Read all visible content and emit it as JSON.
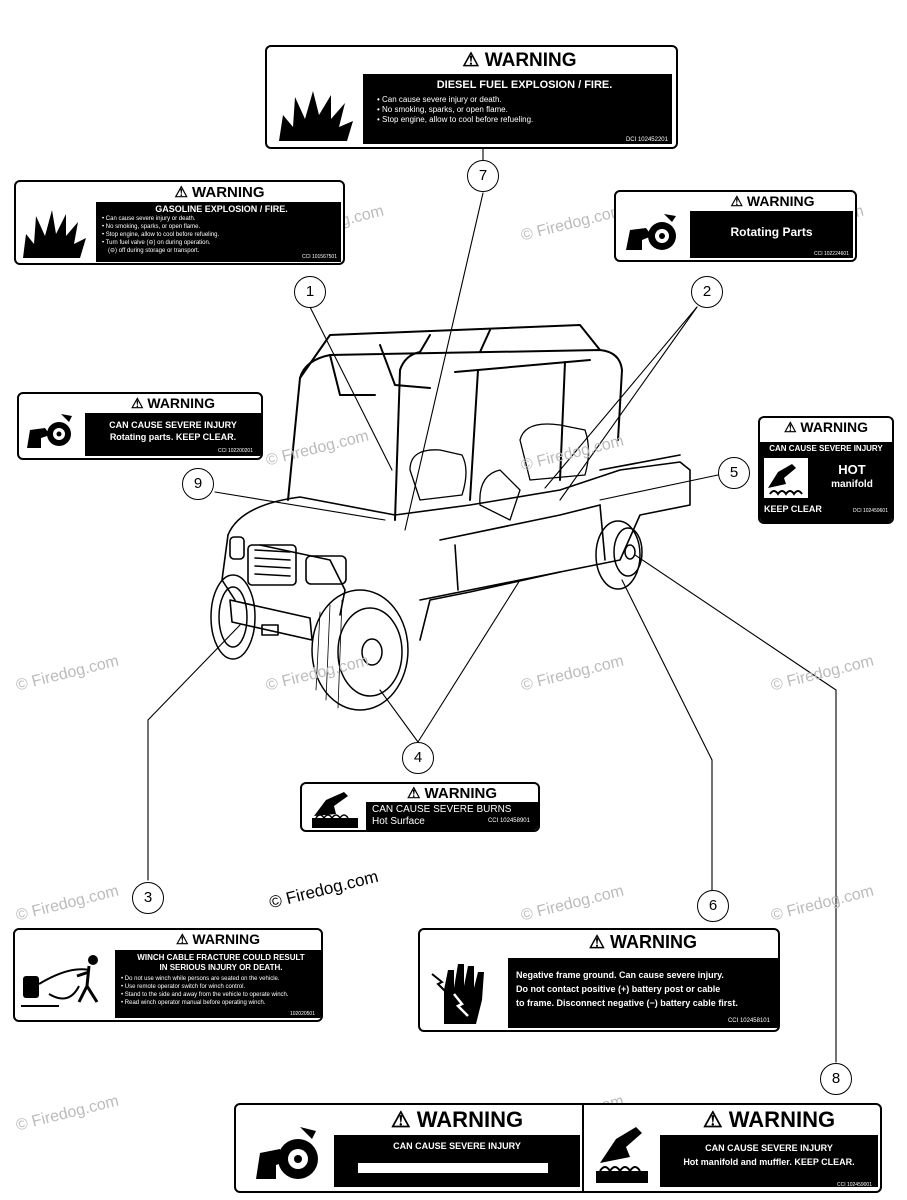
{
  "watermark": "© Firedog.com",
  "watermark_main": "© Firedog.com",
  "callouts": [
    "1",
    "2",
    "3",
    "4",
    "5",
    "6",
    "7",
    "8",
    "9"
  ],
  "labels": {
    "diesel": {
      "header": "⚠ WARNING",
      "title": "DIESEL FUEL EXPLOSION / FIRE.",
      "lines": [
        "• Can cause severe injury or death.",
        "• No smoking, sparks, or open flame.",
        "• Stop engine, allow to cool before refueling."
      ],
      "code": "DCI 102452201"
    },
    "gasoline": {
      "header": "⚠ WARNING",
      "title": "GASOLINE EXPLOSION / FIRE.",
      "lines": [
        "• Can cause severe injury or death.",
        "• No smoking, sparks, or open flame.",
        "• Stop engine, allow to cool before refueling.",
        "• Turn fuel valve (⊖) on during operation.",
        "(⊖) off during storage or transport."
      ],
      "code": "CCI 101567501"
    },
    "rotating_small": {
      "header": "⚠ WARNING",
      "title": "Rotating Parts",
      "code": "CCI 102224601"
    },
    "rotating_keep": {
      "header": "⚠ WARNING",
      "line1": "CAN CAUSE SEVERE INJURY",
      "line2": "Rotating parts. KEEP CLEAR.",
      "code": "CCI 102200201"
    },
    "hot_manifold": {
      "header": "⚠ WARNING",
      "line1": "CAN CAUSE SEVERE INJURY",
      "hot": "HOT",
      "manifold": "manifold",
      "keep": "KEEP CLEAR",
      "code": "DCI 102459601"
    },
    "burns": {
      "header": "⚠ WARNING",
      "line1": "CAN CAUSE SEVERE BURNS",
      "line2": "Hot Surface",
      "code": "CCI 102458901"
    },
    "winch": {
      "header": "⚠ WARNING",
      "title1": "WINCH CABLE FRACTURE COULD RESULT",
      "title2": "IN SERIOUS INJURY OR DEATH.",
      "lines": [
        "• Do not use winch while persons are seated on the vehicle.",
        "• Use remote operator switch for winch control.",
        "• Stand to the side and away from the vehicle to operate winch.",
        "• Read winch operator manual before operating winch."
      ],
      "code": "102020501"
    },
    "ground": {
      "header": "⚠ WARNING",
      "line1": "Negative frame ground.  Can cause severe injury.",
      "line2": "Do not contact positive (+) battery post or cable",
      "line3": "to frame. Disconnect negative (−) battery cable first.",
      "code": "CCI 102458101"
    },
    "bottom_left": {
      "header": "⚠ WARNING",
      "line1": "CAN CAUSE SEVERE INJURY"
    },
    "bottom_right": {
      "header": "⚠ WARNING",
      "line1": "CAN CAUSE SEVERE INJURY",
      "line2": "Hot manifold and muffler. KEEP CLEAR.",
      "code": "CCI 102459001"
    }
  }
}
